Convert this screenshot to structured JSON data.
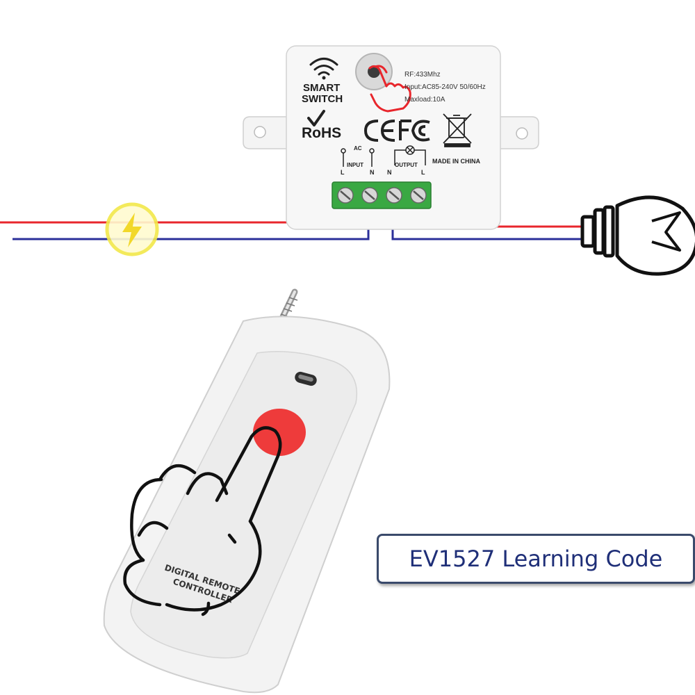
{
  "switch_module": {
    "title_line1": "SMART",
    "title_line2": "SWITCH",
    "rohs": "RoHS",
    "ce_mark": "CE",
    "fc_mark": "FC",
    "made_in": "MADE IN CHINA",
    "specs": {
      "rf": "RF:433Mhz",
      "input": "Input:AC85-240V 50/60Hz",
      "maxload": "Maxload:10A"
    },
    "terminals": {
      "ac": "AC",
      "input": "INPUT",
      "output": "OUTPUT",
      "input_l": "L",
      "input_n": "N",
      "output_n": "N",
      "output_l": "L"
    }
  },
  "remote": {
    "label_line1": "DIGITAL REMOTE",
    "label_line2": "CONTROLLER",
    "button_color": "#ee3b3b"
  },
  "colors": {
    "live_wire": "#e8262c",
    "neutral_wire": "#2b2f9a",
    "terminal_green": "#3aa843",
    "power_symbol": "#f2e84a"
  },
  "badge": {
    "text": "EV1527 Learning Code"
  }
}
